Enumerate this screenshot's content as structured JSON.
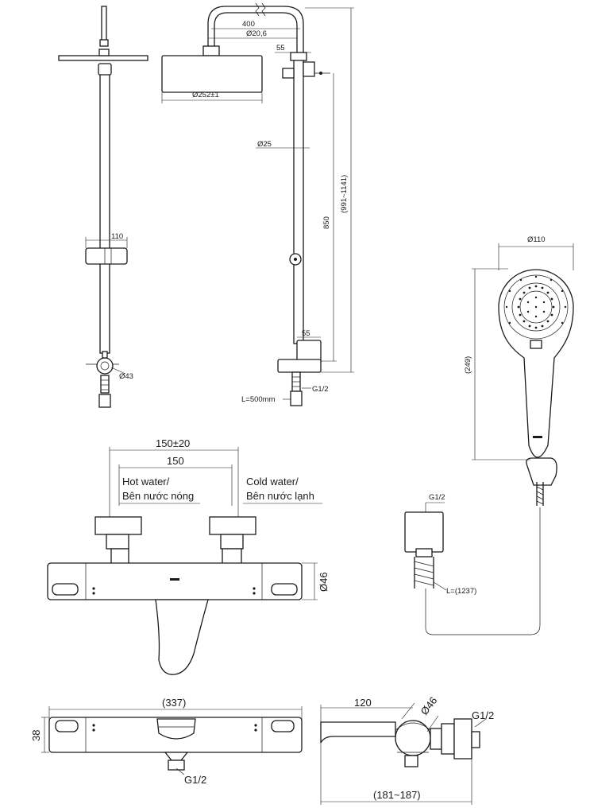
{
  "labels": {
    "d_400": "400",
    "d_dia20_6": "Ø20,6",
    "d_55_top": "55",
    "d_dia252": "Ø252±1",
    "d_dia25": "Ø25",
    "d_850": "850",
    "d_991_1141": "(991~1141)",
    "d_110_bracket": "110",
    "d_55_mid": "55",
    "d_dia43": "Ø43",
    "d_g12_riser": "G1/2",
    "d_l500": "L=500mm",
    "d_dia110": "Ø110",
    "d_249": "(249)",
    "d_g12_hose": "G1/2",
    "d_l1237": "L=(1237)",
    "d_150_20": "150±20",
    "d_150": "150",
    "hot_en": "Hot water/",
    "hot_vi": "Bên nước nóng",
    "cold_en": "Cold water/",
    "cold_vi": "Bên nước lạnh",
    "d_dia46_front": "Ø46",
    "d_337": "(337)",
    "d_38": "38",
    "d_g12_bottom": "G1/2",
    "d_120": "120",
    "d_dia46_side": "Ø46",
    "d_g12_side": "G1/2",
    "d_181_187": "(181~187)"
  }
}
